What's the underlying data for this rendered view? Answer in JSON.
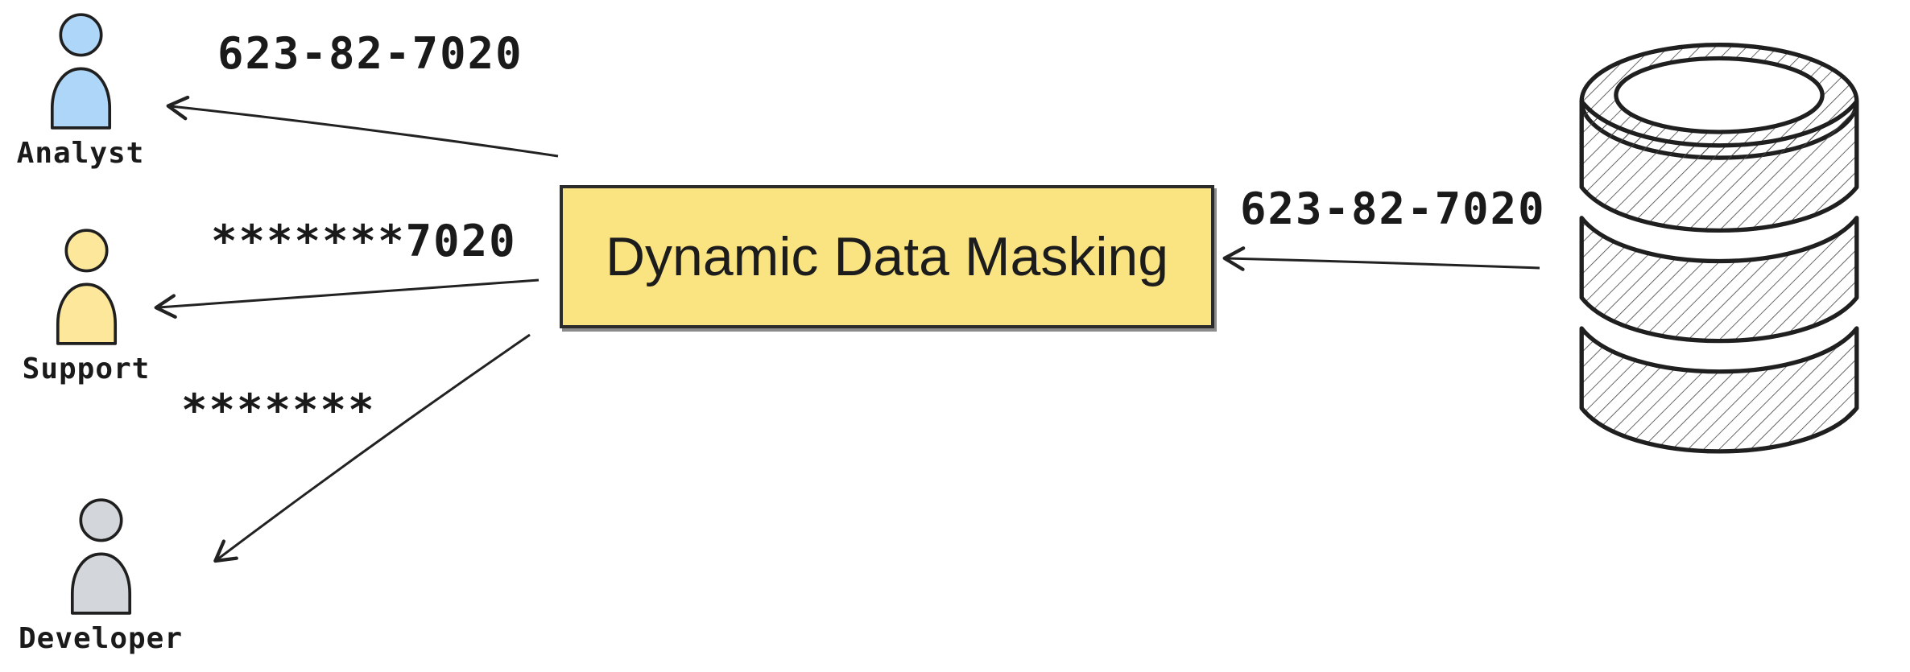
{
  "title": "Dynamic Data Masking",
  "masking_box": {
    "label": "Dynamic Data Masking",
    "fill": "#fae482",
    "border": "#2b2b2b"
  },
  "database": {
    "icon": "database-icon",
    "output_value": "623-82-7020"
  },
  "users": [
    {
      "role": "Analyst",
      "received_value": "623-82-7020",
      "fill": "#aed6f8"
    },
    {
      "role": "Support",
      "received_value": "*******7020",
      "fill": "#fce79a"
    },
    {
      "role": "Developer",
      "received_value": "*******",
      "fill": "#d3d6da"
    }
  ],
  "stroke_color": "#222222"
}
